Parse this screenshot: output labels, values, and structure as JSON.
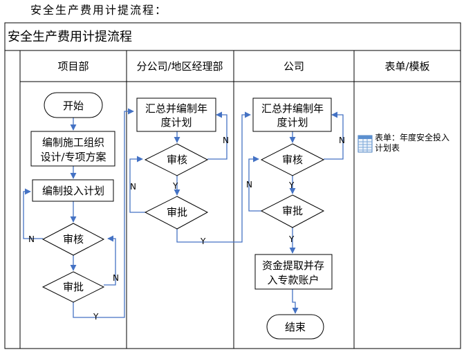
{
  "heading": "安全生产费用计提流程：",
  "table_title": "安全生产费用计提流程",
  "columns": {
    "project": "项目部",
    "branch": "分公司/地区经理部",
    "company": "公司",
    "forms": "表单/模板"
  },
  "project_nodes": {
    "start": "开始",
    "design_line1": "编制施工组织",
    "design_line2": "设计/专项方案",
    "plan": "编制投入计划",
    "review": "审核",
    "approve": "审批"
  },
  "branch_nodes": {
    "summary_line1": "汇总并编制年",
    "summary_line2": "度计划",
    "review": "审核",
    "approve": "审批"
  },
  "company_nodes": {
    "summary_line1": "汇总并编制年",
    "summary_line2": "度计划",
    "review": "审核",
    "approve": "审批",
    "fund_line1": "资金提取并存",
    "fund_line2": "入专款账户",
    "end": "结束"
  },
  "labels": {
    "yes": "Y",
    "no": "N"
  },
  "form": {
    "icon": "spreadsheet-icon",
    "line1": "表单：年度安全投入",
    "line2": "计划表"
  },
  "colors": {
    "connector": "#4472c4",
    "border": "#000000"
  }
}
